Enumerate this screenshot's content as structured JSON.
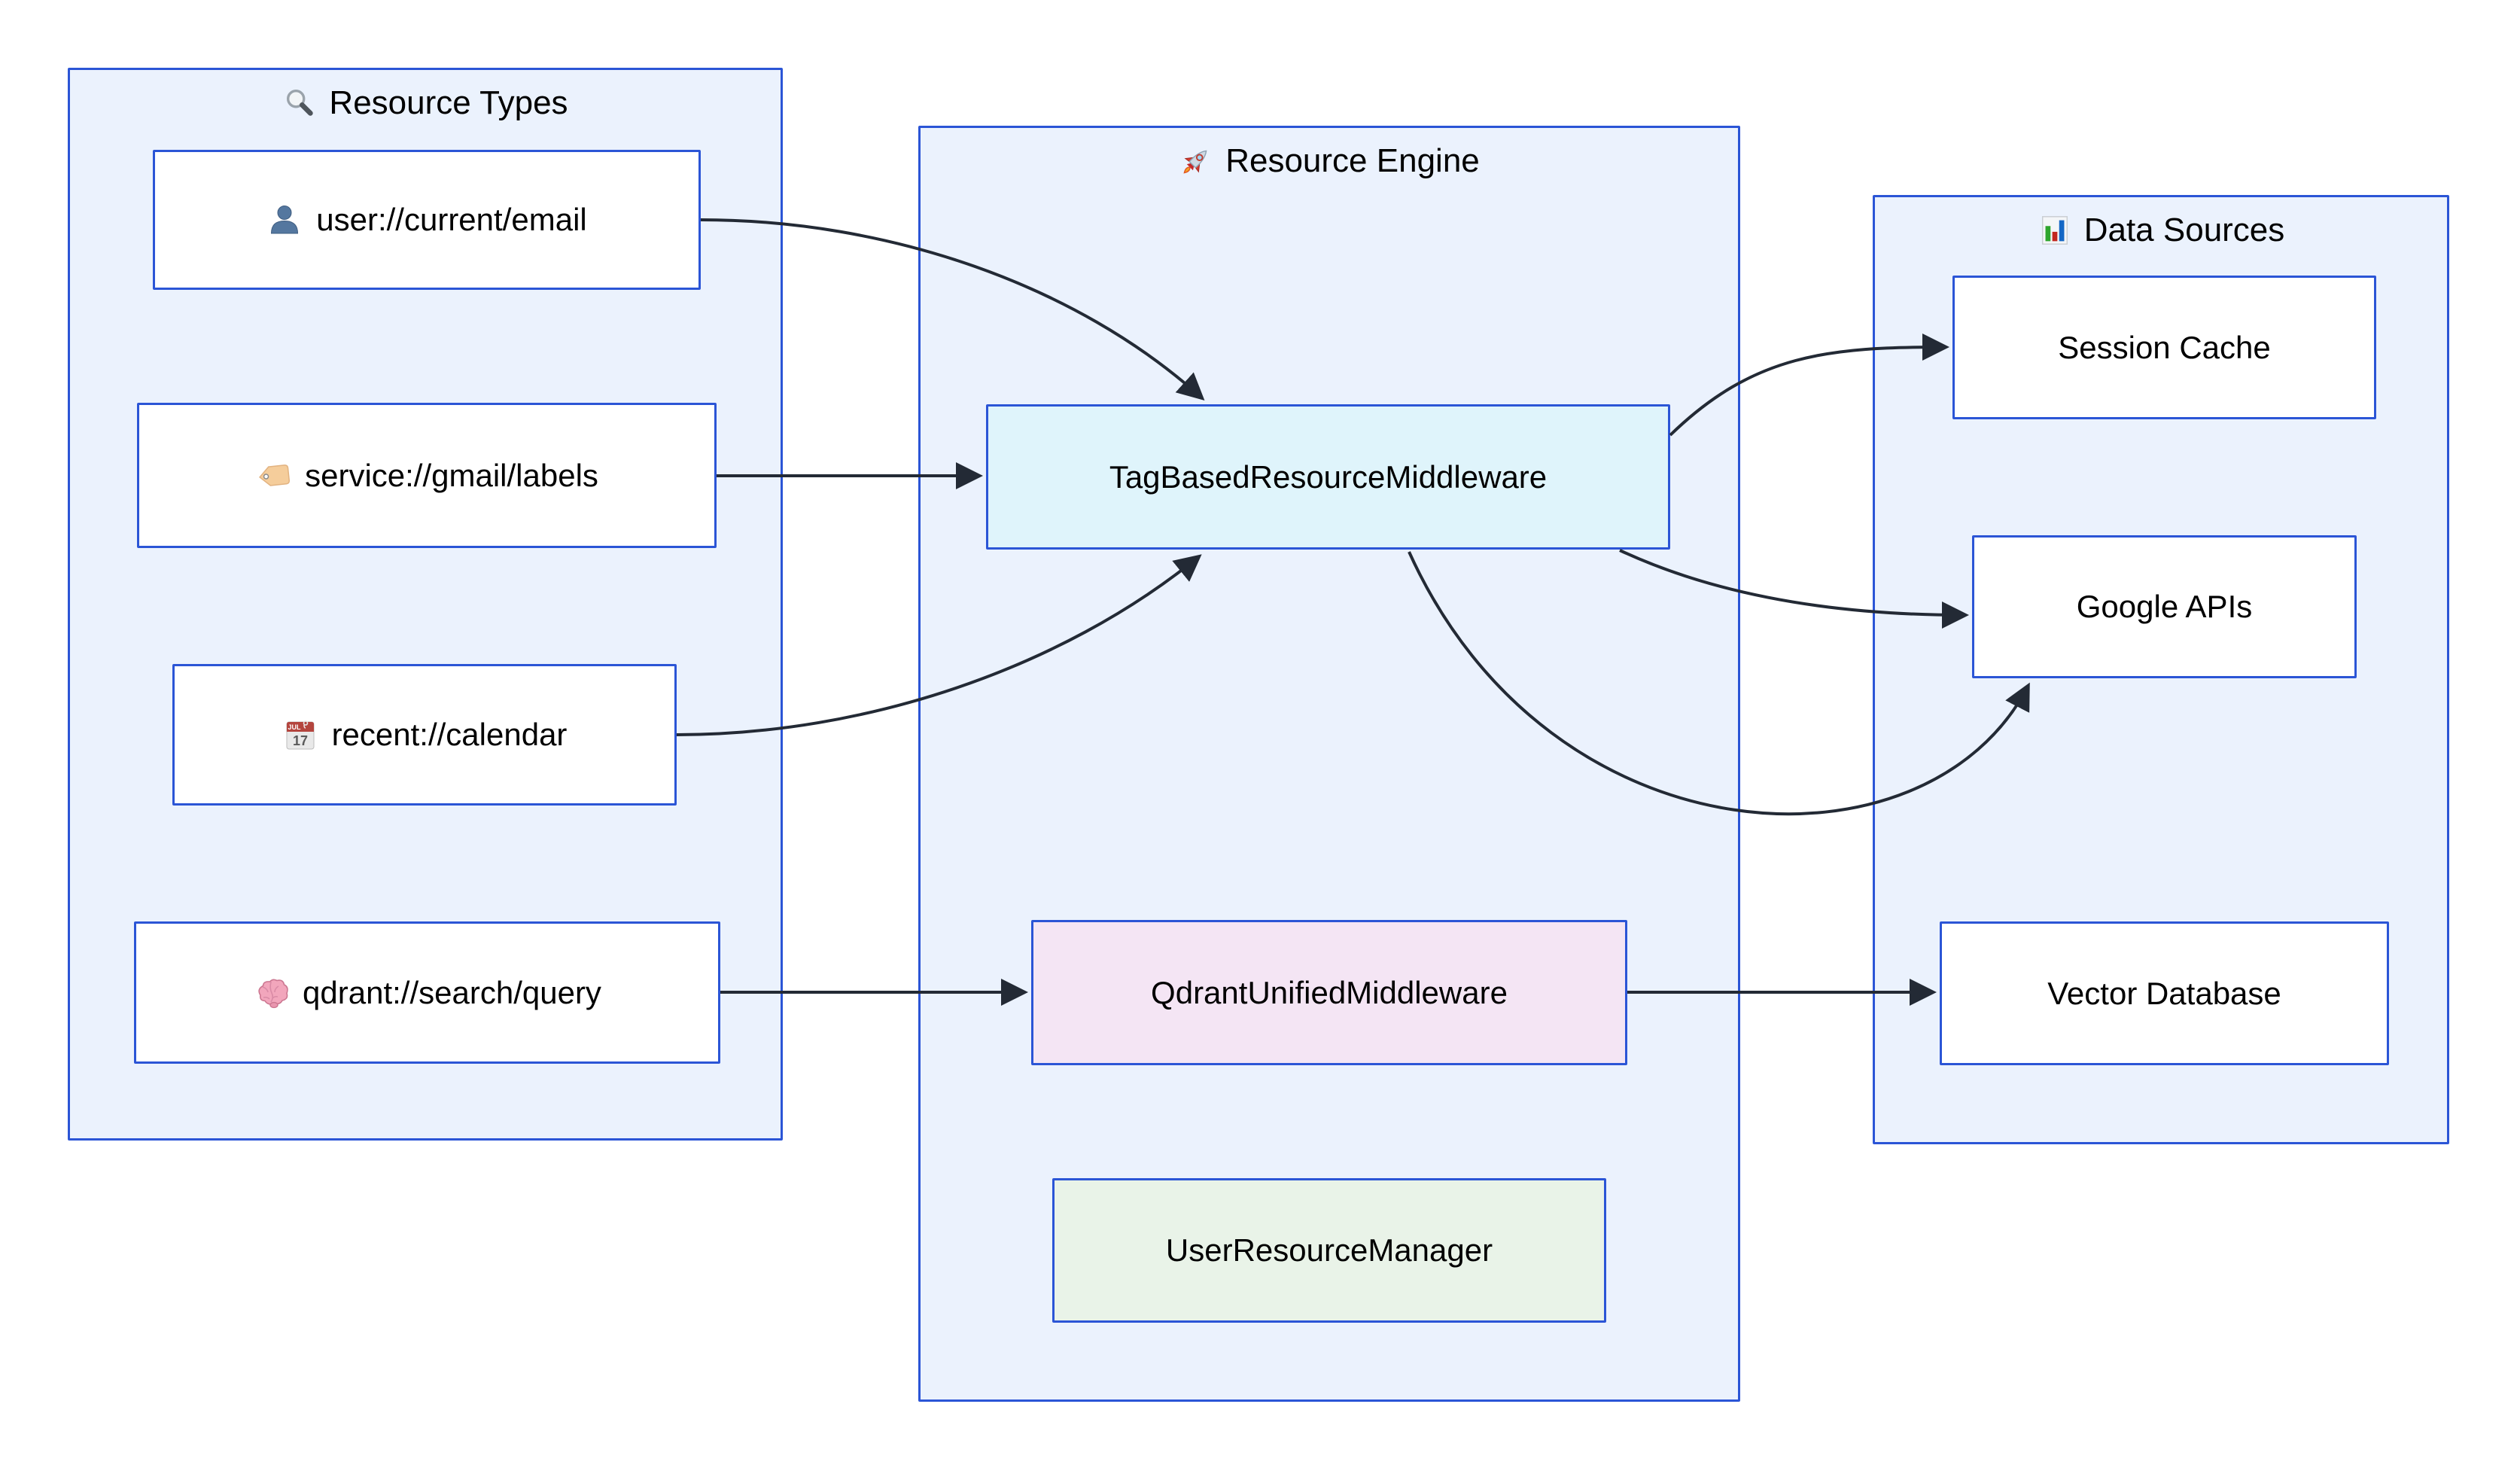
{
  "containers": {
    "resource_types": {
      "title": "Resource Types",
      "icon": "magnifier-icon"
    },
    "resource_engine": {
      "title": "Resource Engine",
      "icon": "rocket-icon"
    },
    "data_sources": {
      "title": "Data Sources",
      "icon": "bar-chart-icon"
    }
  },
  "nodes": {
    "user_email": {
      "label": "user://current/email",
      "icon": "person-icon"
    },
    "service_labels": {
      "label": "service://gmail/labels",
      "icon": "tag-icon"
    },
    "recent_calendar": {
      "label": "recent://calendar",
      "icon": "calendar-icon"
    },
    "qdrant_query": {
      "label": "qdrant://search/query",
      "icon": "brain-icon"
    },
    "tag_middleware": {
      "label": "TagBasedResourceMiddleware",
      "fill": "#DFF4FB"
    },
    "qdrant_middleware": {
      "label": "QdrantUnifiedMiddleware",
      "fill": "#F4E5F4"
    },
    "user_resource_manager": {
      "label": "UserResourceManager",
      "fill": "#E9F3E8"
    },
    "session_cache": {
      "label": "Session Cache"
    },
    "google_apis": {
      "label": "Google APIs"
    },
    "vector_database": {
      "label": "Vector Database"
    }
  },
  "icons": {
    "calendar": {
      "month": "JUL",
      "day": "17"
    }
  },
  "edges": [
    {
      "from": "user://current/email",
      "to": "TagBasedResourceMiddleware",
      "entry": "top"
    },
    {
      "from": "service://gmail/labels",
      "to": "TagBasedResourceMiddleware",
      "entry": "left"
    },
    {
      "from": "recent://calendar",
      "to": "TagBasedResourceMiddleware",
      "entry": "bottom"
    },
    {
      "from": "qdrant://search/query",
      "to": "QdrantUnifiedMiddleware",
      "entry": "left"
    },
    {
      "from": "TagBasedResourceMiddleware",
      "to": "Session Cache",
      "entry": "left"
    },
    {
      "from": "TagBasedResourceMiddleware",
      "to": "Google APIs",
      "entry": "left"
    },
    {
      "from": "TagBasedResourceMiddleware",
      "to": "Google APIs",
      "entry": "bottom"
    },
    {
      "from": "QdrantUnifiedMiddleware",
      "to": "Vector Database",
      "entry": "left"
    }
  ],
  "colors": {
    "page_bg": "#ffffff",
    "container_fill": "#EBF2FD",
    "border_blue": "#2B55D6",
    "node_fill": "#ffffff",
    "tag_middleware_fill": "#DFF4FB",
    "qdrant_middleware_fill": "#F4E5F4",
    "user_resource_manager_fill": "#E9F3E8",
    "edge_color": "#232A35",
    "text_color": "#000000"
  }
}
